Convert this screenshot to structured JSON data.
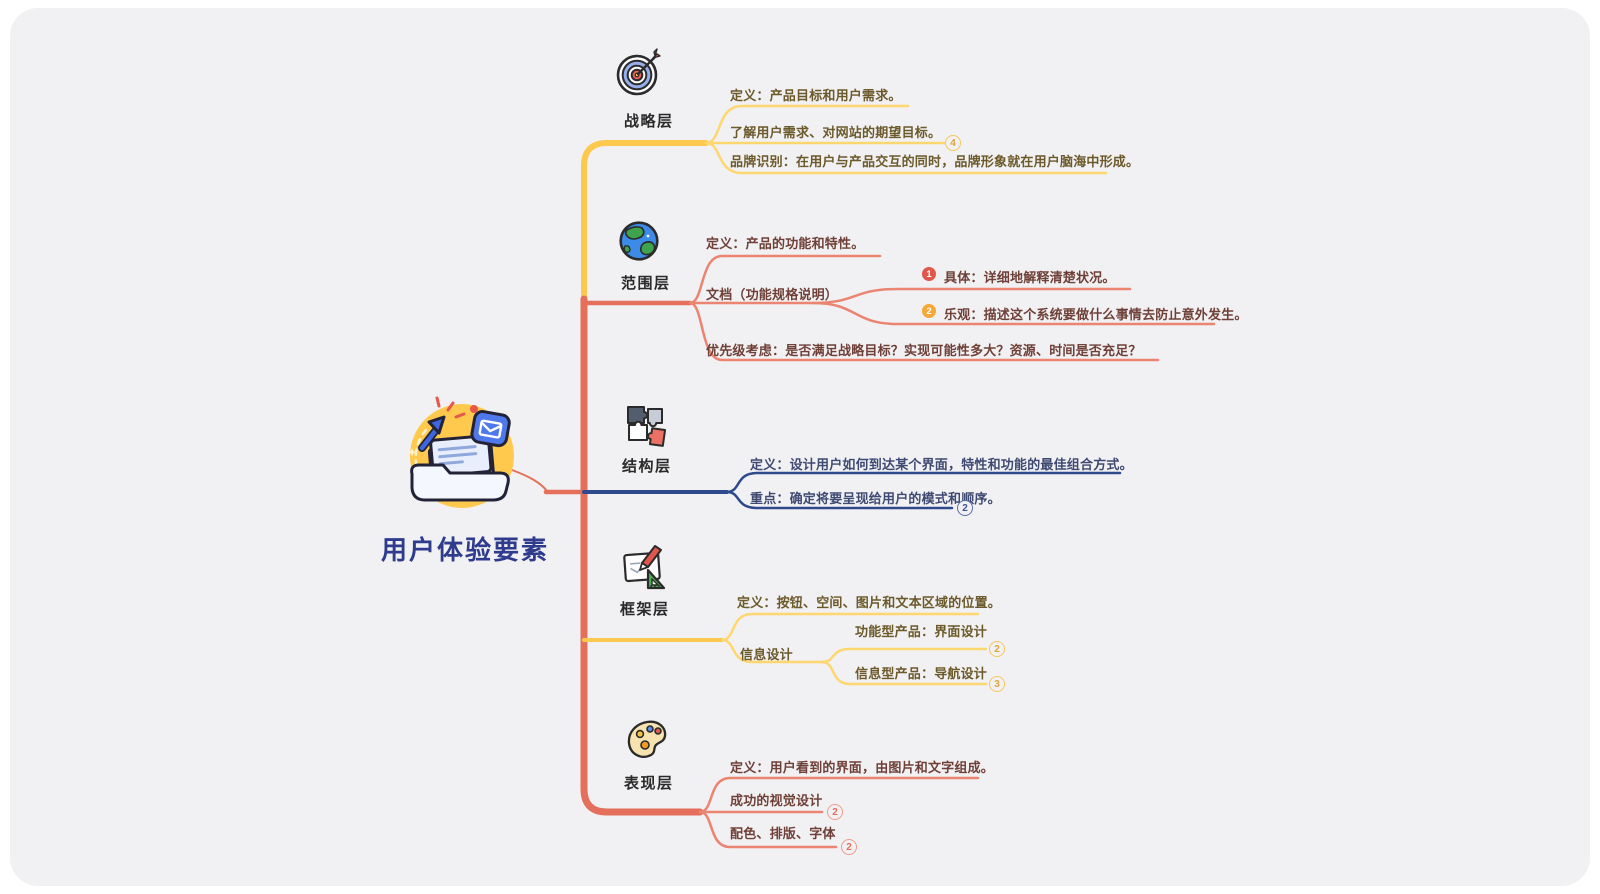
{
  "root": {
    "title": "用户体验要素",
    "icon": "ux-elements-illustration"
  },
  "palette": {
    "yellow_branch": "#FCC84D",
    "yellow_child_line": "#FFD76E",
    "salmon_branch": "#E4705B",
    "salmon_child_line": "#EB8471",
    "navy_branch": "#2E4A8C",
    "canvas_bg": "#f1f1f3",
    "marker_red": "#E2574C",
    "marker_orange": "#F6A837",
    "title_color": "#2F3C8E"
  },
  "branches": [
    {
      "label": "战略层",
      "icon": "target-dart-icon",
      "color": "#FCC84D",
      "children": [
        {
          "text": "定义：产品目标和用户需求。"
        },
        {
          "text": "了解用户需求、对网站的期望目标。",
          "badge": "4"
        },
        {
          "text": "品牌识别：在用户与产品交互的同时，品牌形象就在用户脑海中形成。"
        }
      ]
    },
    {
      "label": "范围层",
      "icon": "globe-icon",
      "color": "#E4705B",
      "children": [
        {
          "text": "定义：产品的功能和特性。"
        },
        {
          "text": "文档（功能规格说明）",
          "children": [
            {
              "marker": "1",
              "marker_color": "#E2574C",
              "text": "具体：详细地解释清楚状况。"
            },
            {
              "marker": "2",
              "marker_color": "#F6A837",
              "text": "乐观：描述这个系统要做什么事情去防止意外发生。"
            }
          ]
        },
        {
          "text": "优先级考虑：是否满足战略目标？实现可能性多大？资源、时间是否充足？"
        }
      ]
    },
    {
      "label": "结构层",
      "icon": "puzzle-icon",
      "color": "#2E4A8C",
      "children": [
        {
          "text": "定义：设计用户如何到达某个界面，特性和功能的最佳组合方式。"
        },
        {
          "text": "重点：确定将要呈现给用户的模式和顺序。",
          "badge": "2"
        }
      ]
    },
    {
      "label": "框架层",
      "icon": "sketch-pencil-ruler-icon",
      "color": "#FCC84D",
      "children": [
        {
          "text": "定义：按钮、空间、图片和文本区域的位置。"
        },
        {
          "text": "信息设计",
          "children": [
            {
              "text": "功能型产品：界面设计",
              "badge": "2"
            },
            {
              "text": "信息型产品：导航设计",
              "badge": "3"
            }
          ]
        }
      ]
    },
    {
      "label": "表现层",
      "icon": "palette-icon",
      "color": "#E4705B",
      "children": [
        {
          "text": "定义：用户看到的界面，由图片和文字组成。"
        },
        {
          "text": "成功的视觉设计",
          "badge": "2"
        },
        {
          "text": "配色、排版、字体",
          "badge": "2"
        }
      ]
    }
  ]
}
